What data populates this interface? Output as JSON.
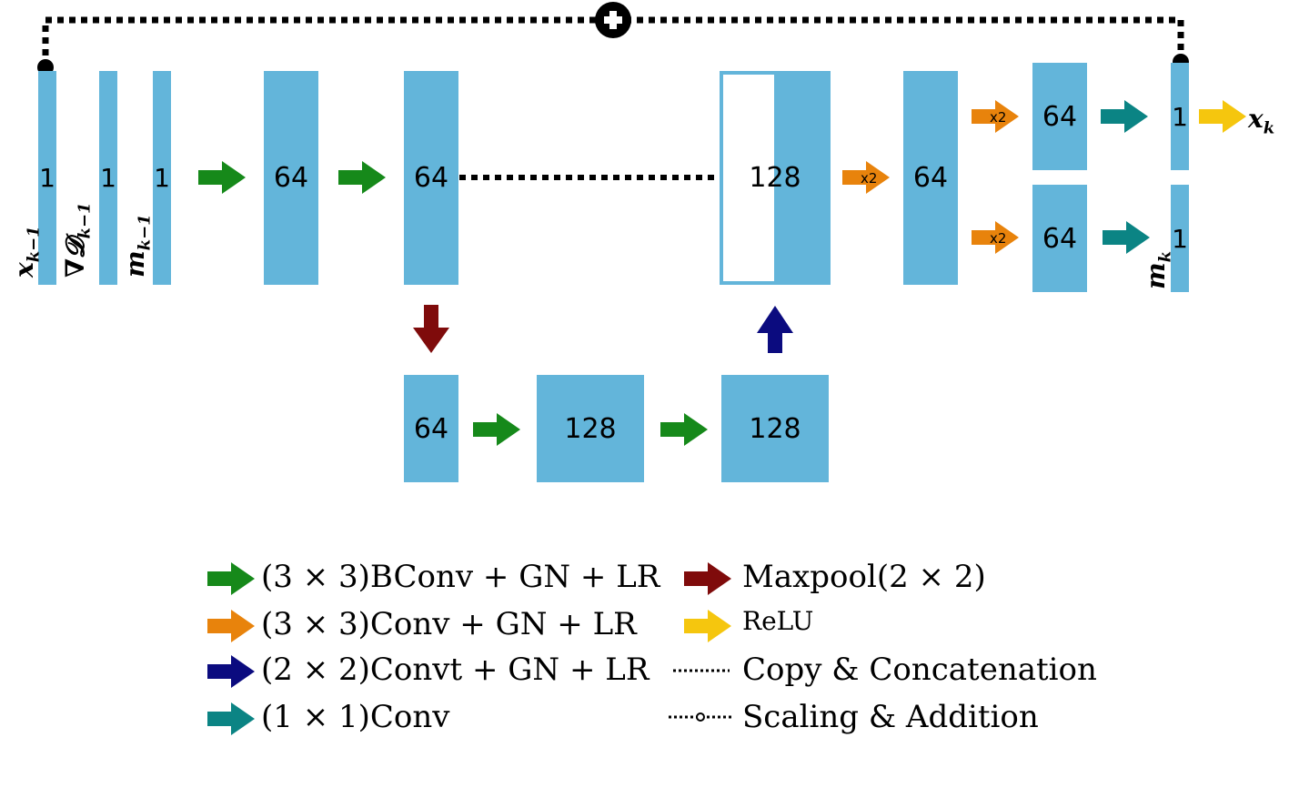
{
  "inputs": {
    "x_prev": "1",
    "grad": "1",
    "m_prev": "1",
    "x_prev_label": "x_{k-1}",
    "grad_label": "∇D_{k-1}",
    "m_prev_label": "m_{k-1}"
  },
  "encoder": {
    "conv1": "64",
    "conv2": "64"
  },
  "bottleneck": {
    "pool": "64",
    "conv": "128",
    "conv2": "128"
  },
  "decoder": {
    "concat": "128",
    "conv": "64",
    "head_top": "64",
    "head_bottom": "64",
    "out_top": "1",
    "out_bottom": "1",
    "upsample_label": "x2"
  },
  "outputs": {
    "x_label": "x_k",
    "m_label": "m_k"
  },
  "legend": {
    "bconv": "(3 × 3)BConv + GN + LR",
    "conv": "(3 × 3)Conv + GN + LR",
    "convt": "(2 × 2)Convt + GN + LR",
    "conv1x1": "(1 × 1)Conv",
    "maxpool": "Maxpool(2 × 2)",
    "relu": "ReLU",
    "copy": "Copy & Concatenation",
    "scaling": "Scaling & Addition"
  },
  "colors": {
    "block": "#63b5da",
    "green": "#16891a",
    "orange": "#e8830c",
    "navy": "#0b0b7f",
    "teal": "#0b8484",
    "darkred": "#7f0b0b",
    "yellow": "#f5c60e"
  }
}
